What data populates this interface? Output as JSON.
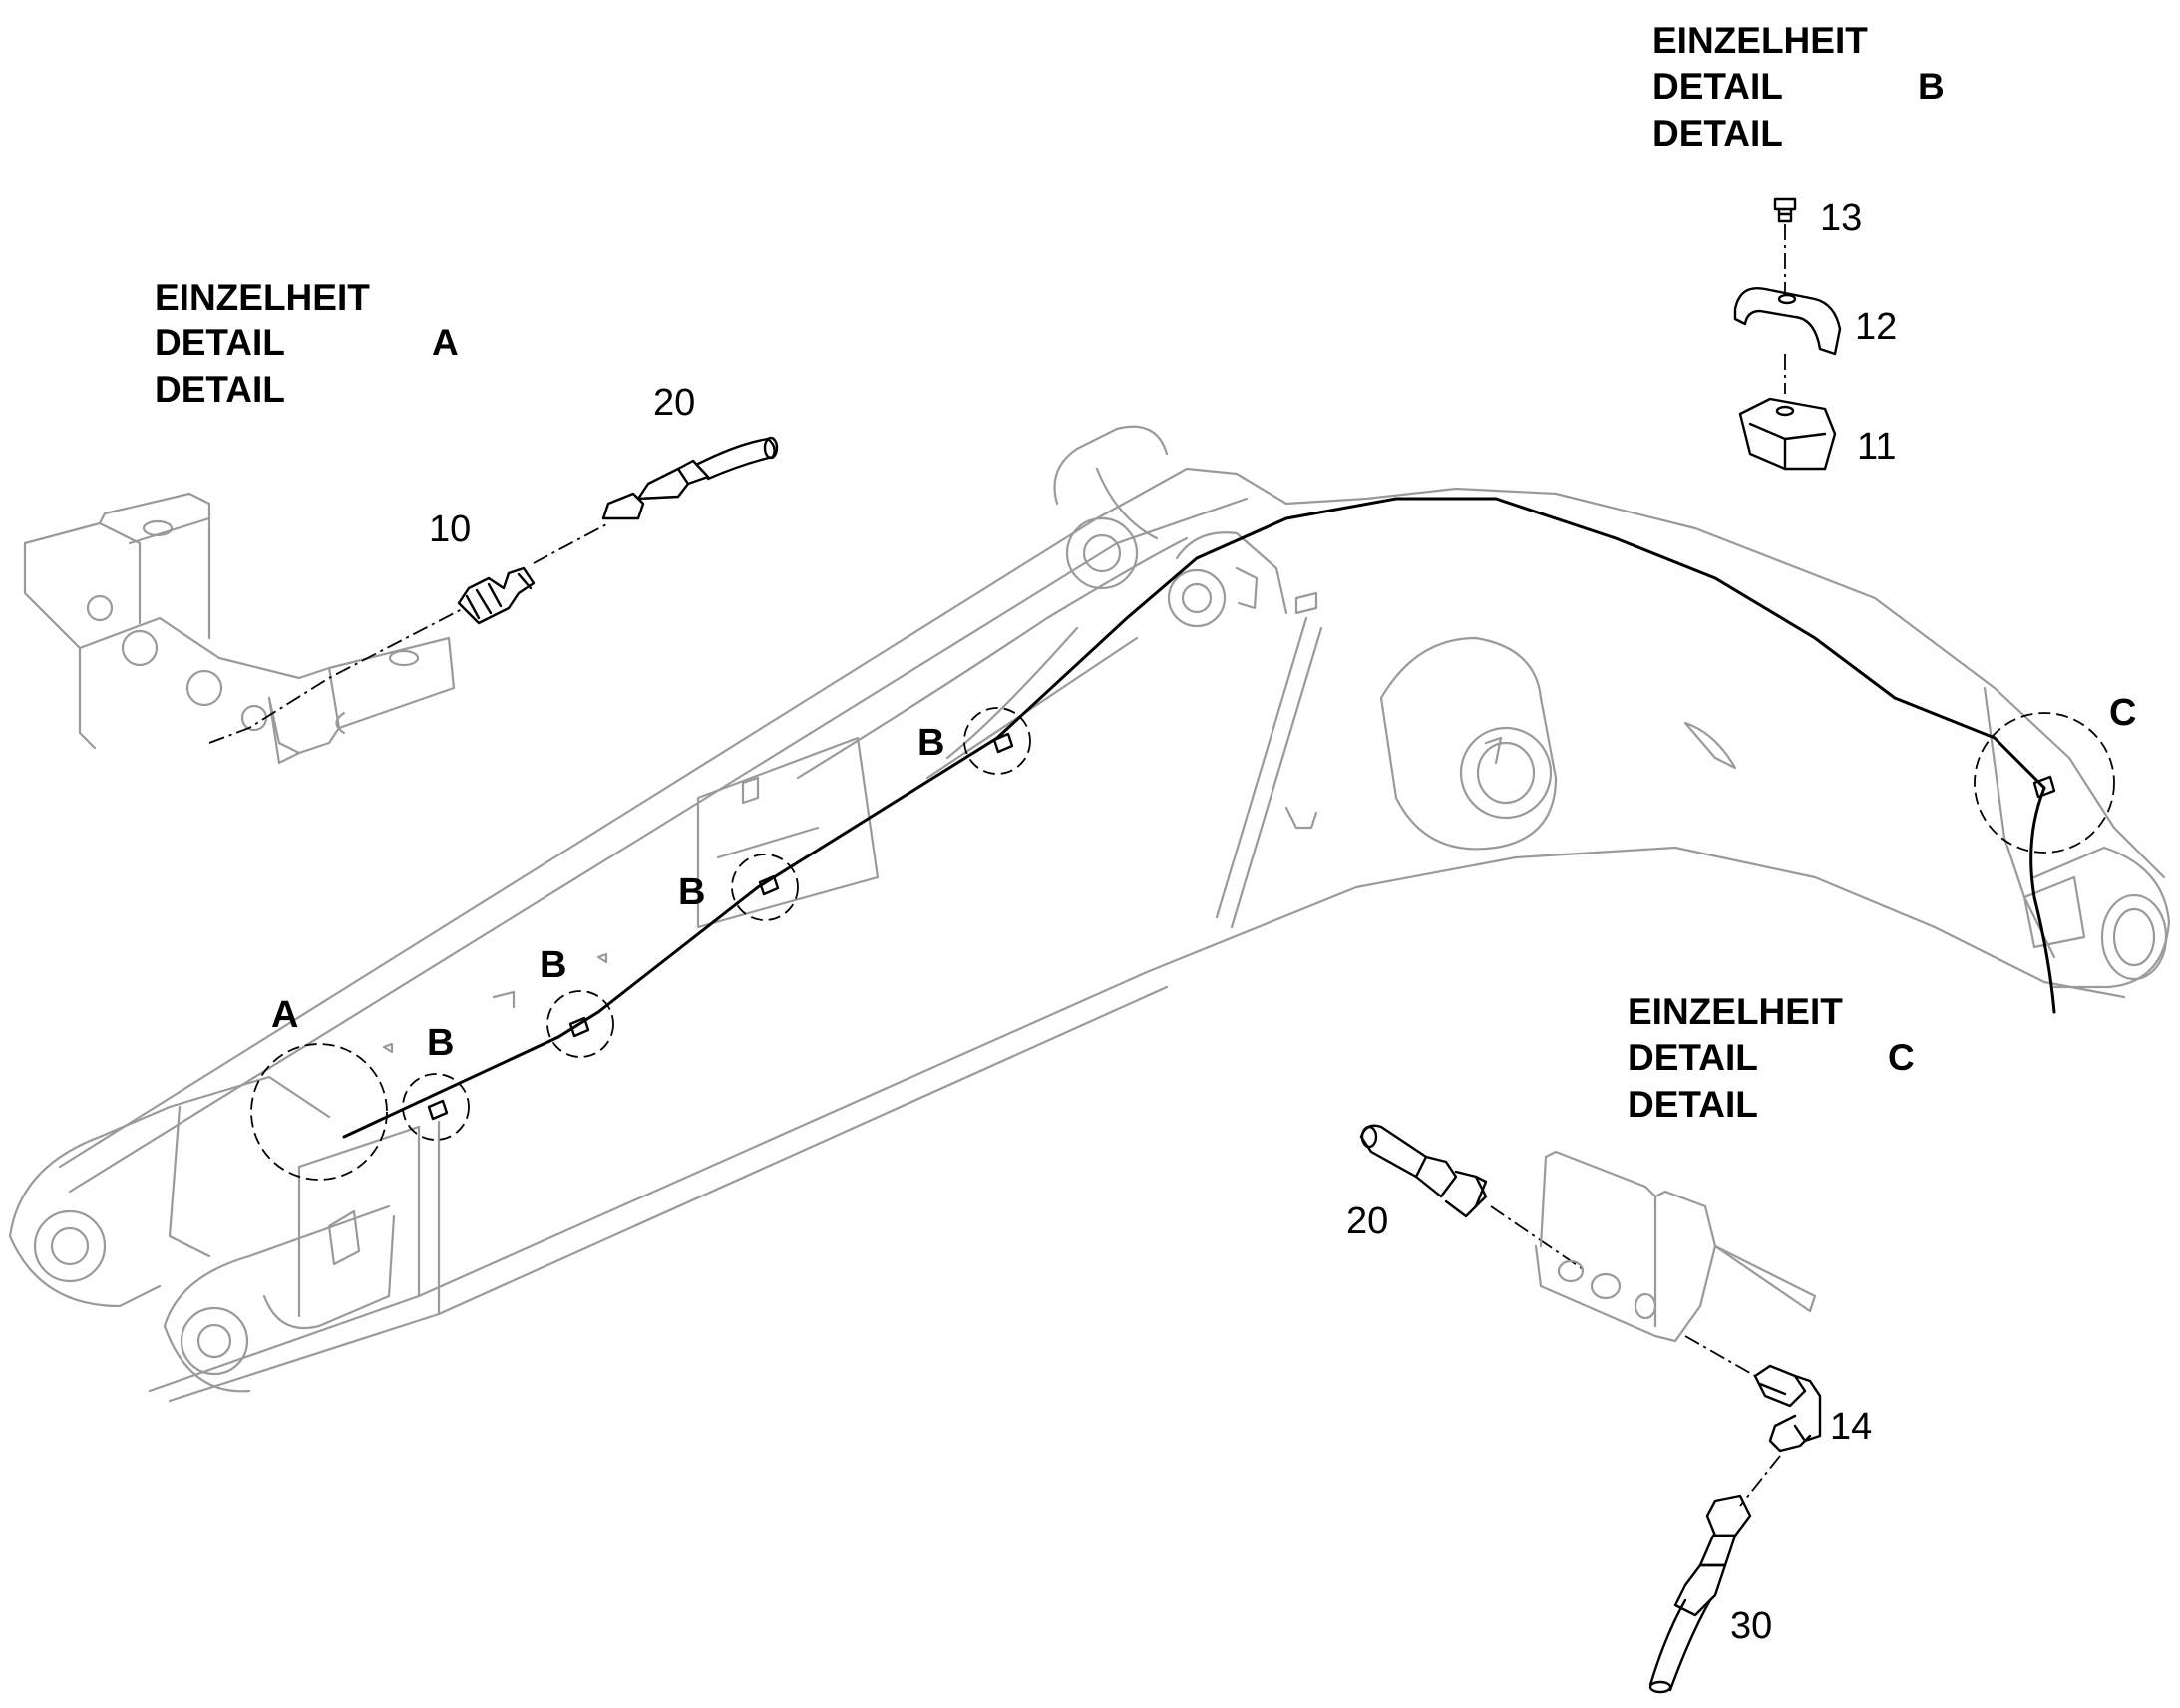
{
  "detail_a": {
    "header_line1": "EINZELHEIT",
    "header_line2": "DETAIL",
    "header_letter": "A",
    "header_line3": "DETAIL",
    "parts": {
      "fitting": "10",
      "hose": "20"
    }
  },
  "detail_b": {
    "header_line1": "EINZELHEIT",
    "header_line2": "DETAIL",
    "header_letter": "B",
    "header_line3": "DETAIL",
    "parts": {
      "screw": "13",
      "clamp_top": "12",
      "clamp_bottom": "11"
    }
  },
  "detail_c": {
    "header_line1": "EINZELHEIT",
    "header_line2": "DETAIL",
    "header_letter": "C",
    "header_line3": "DETAIL",
    "parts": {
      "hose": "20",
      "elbow": "14",
      "hose_lower": "30"
    }
  },
  "callouts": {
    "a": "A",
    "b1": "B",
    "b2": "B",
    "b3": "B",
    "b4": "B",
    "c": "C"
  }
}
